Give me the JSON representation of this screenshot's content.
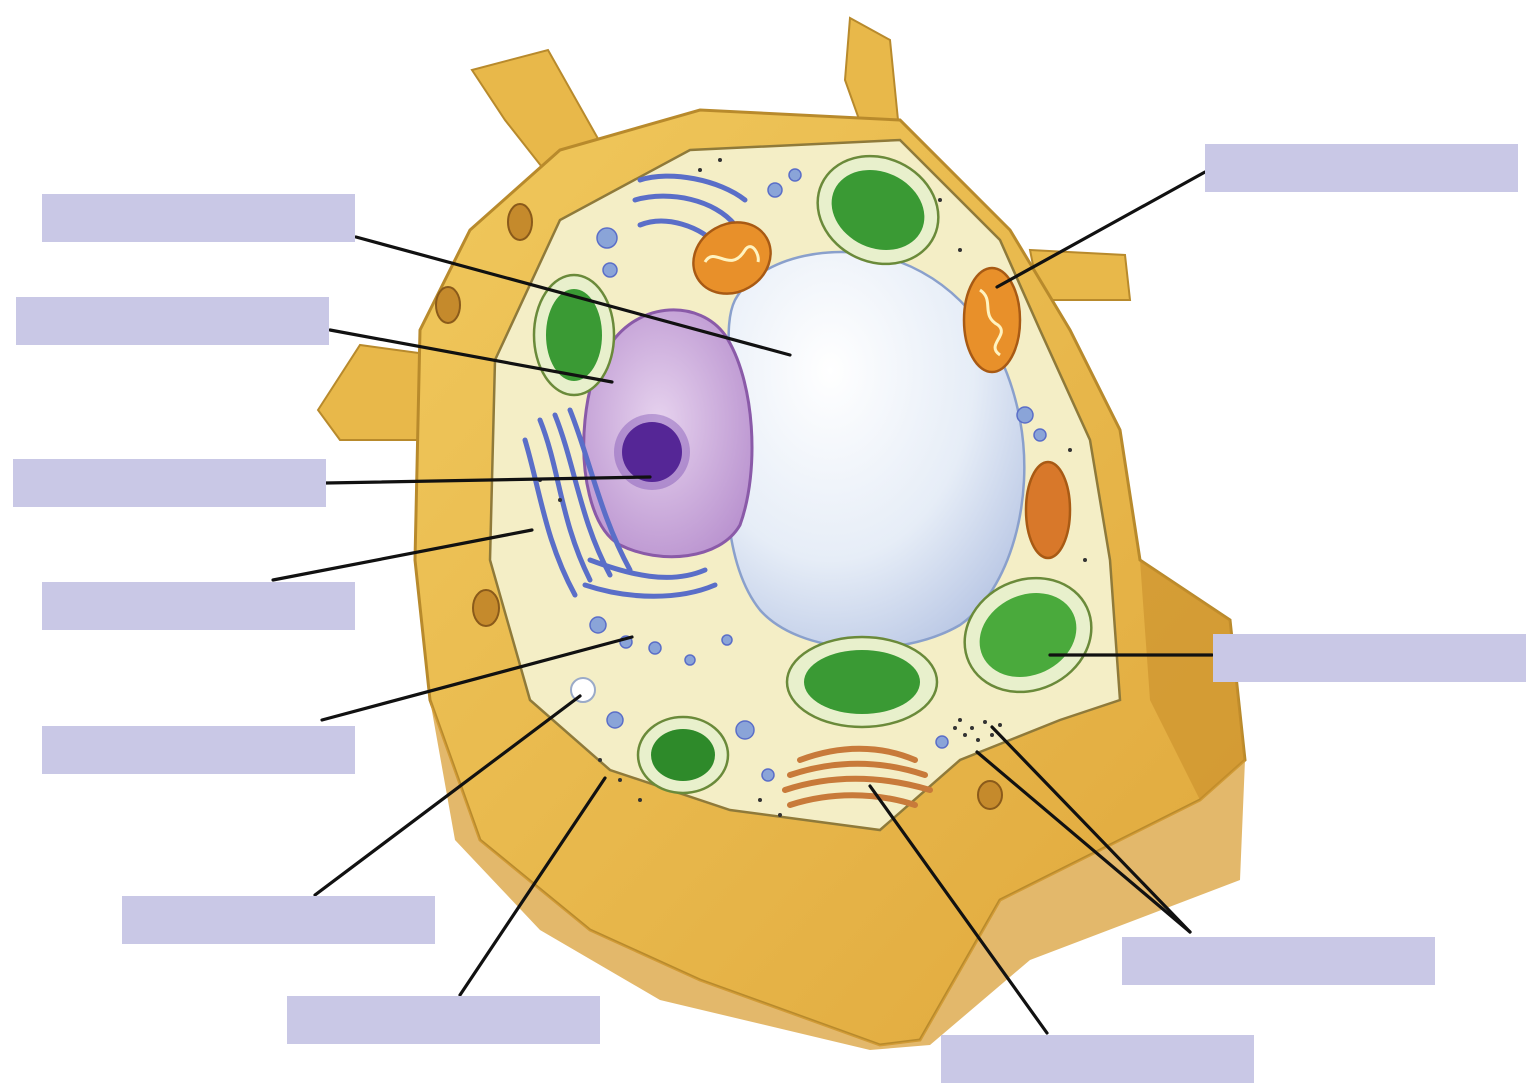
{
  "title": "",
  "colors": {
    "cell_wall": "#e8b84a",
    "cell_wall_dark": "#c9942e",
    "cytoplasm": "#f3ecc0",
    "vacuole": "#e4ecf6",
    "nucleus": "#c9a8d8",
    "nucleolus": "#4a1a8a",
    "chloroplast": "#3a9a34",
    "mitochondrion": "#e8902a",
    "er": "#6b7fd0",
    "golgi": "#d88a4a",
    "label_box": "#c9c8e6"
  },
  "labels": [
    {
      "id": "central-vacuole",
      "text": ""
    },
    {
      "id": "nuclear-envelope",
      "text": ""
    },
    {
      "id": "nucleolus",
      "text": ""
    },
    {
      "id": "rough-er",
      "text": ""
    },
    {
      "id": "smooth-er",
      "text": ""
    },
    {
      "id": "vesicle",
      "text": ""
    },
    {
      "id": "cell-membrane",
      "text": ""
    },
    {
      "id": "mitochondrion",
      "text": ""
    },
    {
      "id": "chloroplast",
      "text": ""
    },
    {
      "id": "ribosomes",
      "text": ""
    },
    {
      "id": "golgi-apparatus",
      "text": ""
    }
  ]
}
